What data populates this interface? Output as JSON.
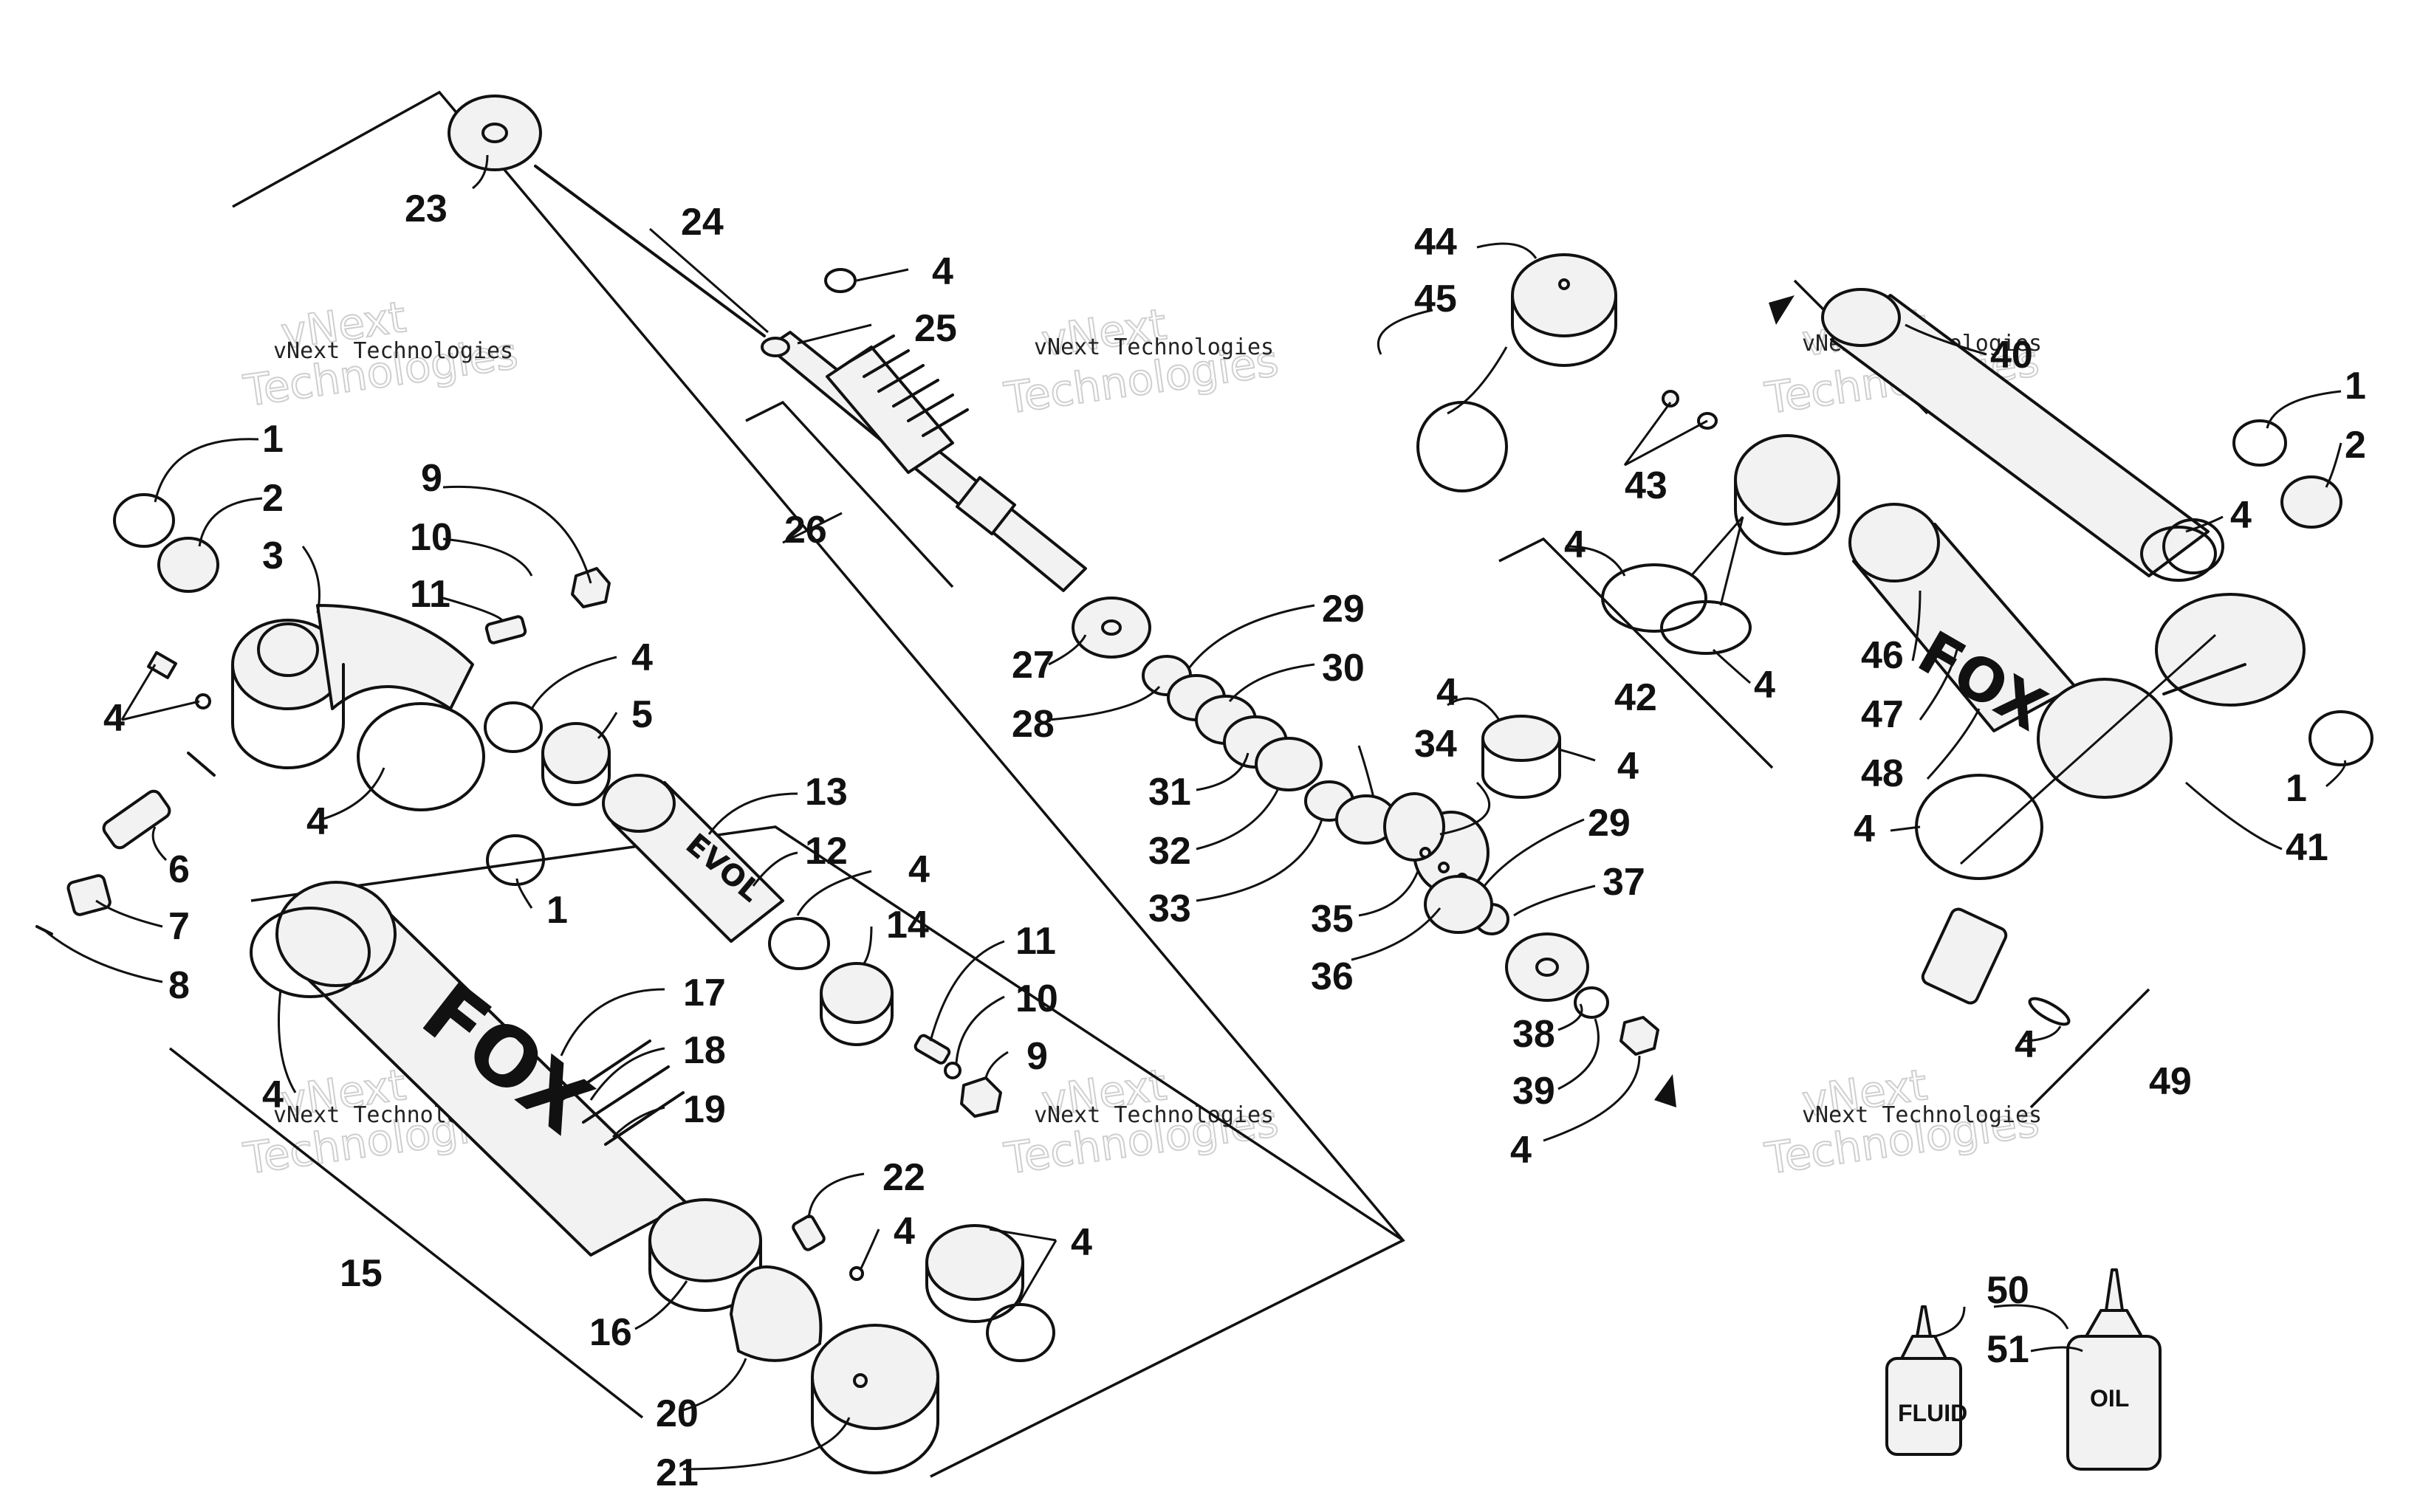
{
  "watermark": {
    "line1": "vNext",
    "line2": "Technologies",
    "small": "vNext Technologies"
  },
  "brand": {
    "fox_logo": "FOX",
    "evol_label": "EVOL"
  },
  "bottles": {
    "fluid_label": "FLUID",
    "oil_label": "OIL"
  },
  "callouts": {
    "c1a": "1",
    "c1b": "1",
    "c1c": "1",
    "c1d": "1",
    "c2a": "2",
    "c2b": "2",
    "c3": "3",
    "c4a": "4",
    "c4b": "4",
    "c4c": "4",
    "c4d": "4",
    "c4e": "4",
    "c4f": "4",
    "c4g": "4",
    "c4h": "4",
    "c4i": "4",
    "c4j": "4",
    "c4k": "4",
    "c4l": "4",
    "c4m": "4",
    "c4n": "4",
    "c4o": "4",
    "c4p": "4",
    "c5": "5",
    "c6": "6",
    "c7": "7",
    "c8": "8",
    "c9a": "9",
    "c9b": "9",
    "c10a": "10",
    "c10b": "10",
    "c11a": "11",
    "c11b": "11",
    "c12": "12",
    "c13": "13",
    "c14": "14",
    "c15": "15",
    "c16": "16",
    "c17": "17",
    "c18": "18",
    "c19": "19",
    "c20": "20",
    "c21": "21",
    "c22": "22",
    "c23": "23",
    "c24": "24",
    "c25": "25",
    "c26": "26",
    "c27": "27",
    "c28": "28",
    "c29a": "29",
    "c29b": "29",
    "c30": "30",
    "c31": "31",
    "c32": "32",
    "c33": "33",
    "c34": "34",
    "c35": "35",
    "c36": "36",
    "c37": "37",
    "c38": "38",
    "c39": "39",
    "c40": "40",
    "c41": "41",
    "c42": "42",
    "c43": "43",
    "c44": "44",
    "c45": "45",
    "c46": "46",
    "c47": "47",
    "c48": "48",
    "c49": "49",
    "c50": "50",
    "c51": "51"
  }
}
